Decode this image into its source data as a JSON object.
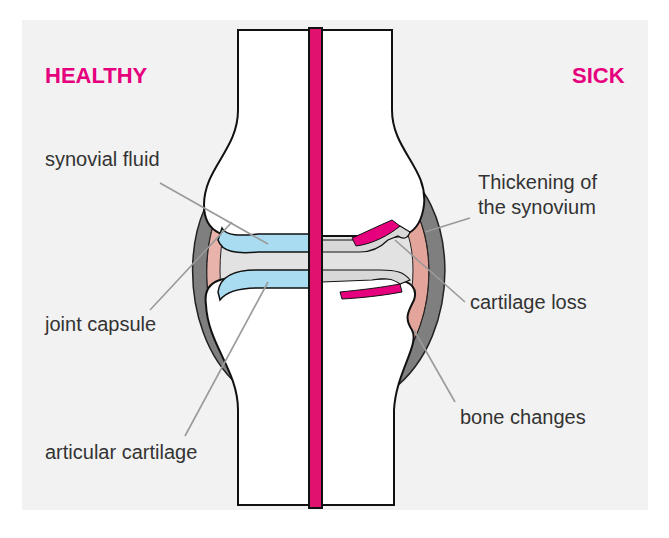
{
  "diagram": {
    "labels": [
      "HEALTHY",
      "SICK",
      "synovial fluid",
      "joint capsule",
      "articular cartilage",
      "Thickening of the synovium",
      "cartilage loss",
      "bone changes"
    ]
  }
}
